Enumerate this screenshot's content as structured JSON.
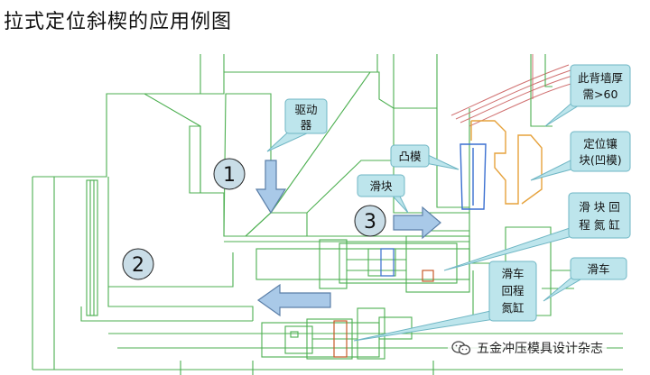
{
  "title": "拉式定位斜楔的应用例图",
  "numbers": {
    "n1": "1",
    "n2": "2",
    "n3": "3"
  },
  "callouts": {
    "drive_1": "驱动",
    "drive_2": "器",
    "punch": "凸模",
    "slider": "滑块",
    "back_wall_1": "此背墙厚",
    "back_wall_2": "需>60",
    "locator_1": "定位镶",
    "locator_2": "块(凹模)",
    "slider_cyl_1": "滑 块 回",
    "slider_cyl_2": "程 氮 缸",
    "carriage": "滑车",
    "carriage_cyl_1": "滑车",
    "carriage_cyl_2": "回程",
    "carriage_cyl_3": "氮缸"
  },
  "watermark": "五金冲压模具设计杂志",
  "colors": {
    "structure": "#4caf50",
    "punch": "#3a6fd0",
    "locator": "#e6a23c",
    "wall": "#d07070",
    "callout_fill": "#bde5ec",
    "callout_stroke": "#6fb6c4",
    "arrow_fill": "#a9c9e8",
    "arrow_stroke": "#5b7fa8",
    "circle_fill": "#c9dde7"
  }
}
